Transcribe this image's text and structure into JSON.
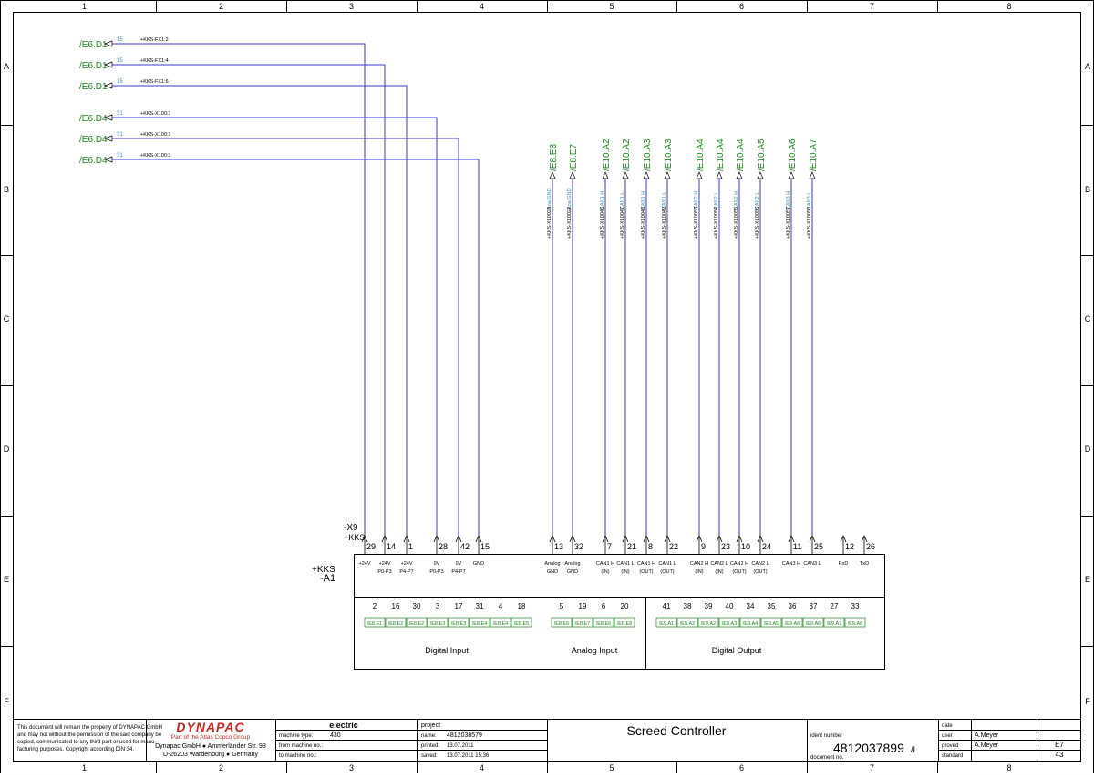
{
  "border": {
    "columns": [
      "1",
      "2",
      "3",
      "4",
      "5",
      "6",
      "7",
      "8"
    ],
    "rows": [
      "A",
      "B",
      "C",
      "D",
      "E",
      "F"
    ]
  },
  "left_refs": [
    {
      "ref": "/E6.D1",
      "col": "15",
      "label": "+KKS-FX1:2"
    },
    {
      "ref": "/E6.D1",
      "col": "15",
      "label": "+KKS-FX1:4"
    },
    {
      "ref": "/E6.D1",
      "col": "15",
      "label": "+KKS-FX1:6"
    },
    {
      "ref": "/E6.D4",
      "col": "31",
      "label": "+KKS-X100:3"
    },
    {
      "ref": "/E6.D4",
      "col": "31",
      "label": "+KKS-X100:3"
    },
    {
      "ref": "/E6.D4",
      "col": "31",
      "label": "+KKS-X100:3"
    }
  ],
  "top_refs": [
    {
      "ref": "/E8.E8",
      "sig": "Ana.GND",
      "label": "+KKS-X10023"
    },
    {
      "ref": "/E8.E7",
      "sig": "Ana.GND",
      "label": "+KKS-X10022"
    },
    {
      "ref": "/E10.A2",
      "sig": "CAN1 H",
      "label": "+KKS-X10046"
    },
    {
      "ref": "/E10.A2",
      "sig": "CAN1 L",
      "label": "+KKS-X10047"
    },
    {
      "ref": "/E10.A3",
      "sig": "CAN1 H",
      "label": "+KKS-X10048"
    },
    {
      "ref": "/E10.A3",
      "sig": "CAN1 L",
      "label": "+KKS-X10049"
    },
    {
      "ref": "/E10.A4",
      "sig": "CAN2 H",
      "label": "+KKS-X10053"
    },
    {
      "ref": "/E10.A4",
      "sig": "CAN2 L",
      "label": "+KKS-X10054"
    },
    {
      "ref": "/E10.A4",
      "sig": "CAN2 H",
      "label": "+KKS-X10055"
    },
    {
      "ref": "/E10.A5",
      "sig": "CAN2 L",
      "label": "+KKS-X10056"
    },
    {
      "ref": "/E10.A6",
      "sig": "CAN3 H",
      "label": "+KKS-X10057"
    },
    {
      "ref": "/E10.A7",
      "sig": "CAN3 L",
      "label": "+KKS-X10058"
    }
  ],
  "connector": {
    "label_x9": "-X9",
    "label_kks_top": "+KKS",
    "label_kks": "+KKS",
    "label_a1": "-A1",
    "pins": [
      {
        "num": "29",
        "desc1": "+24V",
        "desc2": ""
      },
      {
        "num": "14",
        "desc1": "+24V",
        "desc2": "P0-P3"
      },
      {
        "num": "1",
        "desc1": "+24V",
        "desc2": "P4-P7"
      },
      {
        "num": "28",
        "desc1": "0V",
        "desc2": "P0-P3"
      },
      {
        "num": "42",
        "desc1": "0V",
        "desc2": "P4-P7"
      },
      {
        "num": "15",
        "desc1": "GND",
        "desc2": ""
      },
      {
        "num": "13",
        "desc1": "Analog",
        "desc2": "GND"
      },
      {
        "num": "32",
        "desc1": "Analog",
        "desc2": "GND"
      },
      {
        "num": "7",
        "desc1": "CAN1 H",
        "desc2": "(IN)"
      },
      {
        "num": "21",
        "desc1": "CAN1 L",
        "desc2": "(IN)"
      },
      {
        "num": "8",
        "desc1": "CAN1 H",
        "desc2": "(OUT)"
      },
      {
        "num": "22",
        "desc1": "CAN1 L",
        "desc2": "(OUT)"
      },
      {
        "num": "9",
        "desc1": "CAN2 H",
        "desc2": "(IN)"
      },
      {
        "num": "23",
        "desc1": "CAN2 L",
        "desc2": "(IN)"
      },
      {
        "num": "10",
        "desc1": "CAN2 H",
        "desc2": "(OUT)"
      },
      {
        "num": "24",
        "desc1": "CAN2 L",
        "desc2": "(OUT)"
      },
      {
        "num": "11",
        "desc1": "CAN3 H",
        "desc2": ""
      },
      {
        "num": "25",
        "desc1": "CAN3 L",
        "desc2": ""
      },
      {
        "num": "12",
        "desc1": "RxD",
        "desc2": ""
      },
      {
        "num": "26",
        "desc1": "TxD",
        "desc2": ""
      }
    ]
  },
  "inner_sections": [
    {
      "title": "Digital Input",
      "pins": [
        "2",
        "16",
        "30",
        "3",
        "17",
        "31",
        "4",
        "18"
      ],
      "refs": [
        "/E8.E1",
        "/E8.E2",
        "/E8.E2",
        "/E8.E3",
        "/E8.E3",
        "/E8.E4",
        "/E8.E4",
        "/E8.E5"
      ]
    },
    {
      "title": "Analog Input",
      "pins": [
        "5",
        "19",
        "6",
        "20"
      ],
      "refs": [
        "/E8.E6",
        "/E8.E7",
        "/E8.E6",
        "/E8.E8"
      ]
    },
    {
      "title": "Digital Output",
      "pins": [
        "41",
        "38",
        "39",
        "40",
        "34",
        "35",
        "36",
        "37",
        "27",
        "33"
      ],
      "refs": [
        "/E9.A1",
        "/E9.A2",
        "/E9.A2",
        "/E9.A3",
        "/E9.A4",
        "/E9.A5",
        "/E9.A6",
        "/E9.A6",
        "/E9.A7",
        "/E9.A8"
      ]
    }
  ],
  "title_block": {
    "disclaimer": [
      "This document will remain the property of DYNAPAC GmbH",
      "and may not without the permission of the said company be",
      "copied, communicated to any third part or used for manu-",
      "facturing purposes. Copyright according DIN 34."
    ],
    "logo": "DYNAPAC",
    "logo_sub": "Part of the Atlas Copco Group",
    "company1": "Dynapac GmbH ● Ammerländer Str. 93",
    "company2": "D-26203 Wardenburg ● Germany",
    "electric": "electric",
    "machine_type_label": "machine type:",
    "machine_type": "430",
    "from_machine_label": "from machine no.:",
    "to_machine_label": "to machine no.:",
    "project_label": "project",
    "name_label": "name:",
    "name": "4812038579",
    "printed_label": "printed:",
    "printed": "13.07.2011",
    "saved_label": "saved:",
    "saved": "13.07.2011  15:36",
    "title": "Screed Controller",
    "ident_label": "ident number",
    "doc_label": "document no.",
    "doc_no": "4812037899",
    "doc_suffix": "/I",
    "date_label": "date",
    "user_label": "user",
    "user": "A.Meyer",
    "proved_label": "proved",
    "proved": "A.Meyer",
    "standard_label": "standard",
    "sheet": "E7",
    "page": "43"
  }
}
